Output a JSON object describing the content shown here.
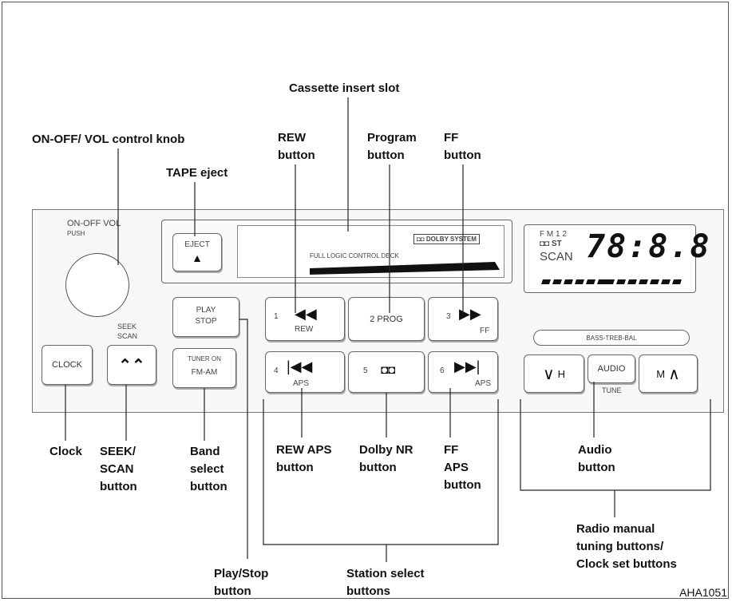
{
  "callouts": {
    "cassette_slot": "Cassette insert slot",
    "knob": "ON-OFF/ VOL control knob",
    "rew_line1": "REW",
    "rew_line2": "button",
    "program_line1": "Program",
    "program_line2": "button",
    "ff_line1": "FF",
    "ff_line2": "button",
    "tape_eject": "TAPE eject",
    "clock": "Clock",
    "seek_line1": "SEEK/",
    "seek_line2": "SCAN",
    "seek_line3": "button",
    "band_line1": "Band",
    "band_line2": "select",
    "band_line3": "button",
    "rew_aps_line1": "REW APS",
    "rew_aps_line2": "button",
    "dolby_line1": "Dolby NR",
    "dolby_line2": "button",
    "ff_aps_line1": "FF",
    "ff_aps_line2": "APS",
    "ff_aps_line3": "button",
    "audio_line1": "Audio",
    "audio_line2": "button",
    "radio_line1": "Radio manual",
    "radio_line2": "tuning buttons/",
    "radio_line3": "Clock set buttons",
    "playstop_line1": "Play/Stop",
    "playstop_line2": "button",
    "station_line1": "Station select",
    "station_line2": "buttons"
  },
  "panel": {
    "on_off_vol": "ON-OFF VOL",
    "push": "PUSH",
    "eject": "EJECT",
    "eject_symbol": "▲",
    "full_logic": "FULL LOGIC CONTROL DECK",
    "dolby_system": "DOLBY SYSTEM",
    "dolby_symbol": "◘◘",
    "play": "PLAY",
    "stop": "STOP",
    "seek": "SEEK",
    "scan": "SCAN",
    "seek_symbol": "⌃⌃",
    "clock": "CLOCK",
    "tuner_on": "TUNER ON",
    "fm_am": "FM-AM",
    "btn1_num": "1",
    "btn1_sym": "◀◀",
    "btn1_sub": "REW",
    "btn2": "2 PROG",
    "btn3_num": "3",
    "btn3_sym": "▶▶",
    "btn3_sub": "FF",
    "btn4_num": "4",
    "btn4_sym": "|◀◀",
    "btn4_sub": "APS",
    "btn5_num": "5",
    "btn5_sym": "◘◘",
    "btn6_num": "6",
    "btn6_sym": "▶▶|",
    "btn6_sub": "APS",
    "bass_treb_bal": "BASS-TREB-BAL",
    "down_h": "H",
    "down_sym": "∨",
    "audio": "AUDIO",
    "tune": "TUNE",
    "up_m": "M",
    "up_sym": "∧"
  },
  "display": {
    "fm12": "F M 1 2",
    "st": "◘◘ ST",
    "scan": "SCAN",
    "digits": "78:8.8"
  },
  "figure_code": "AHA1051"
}
